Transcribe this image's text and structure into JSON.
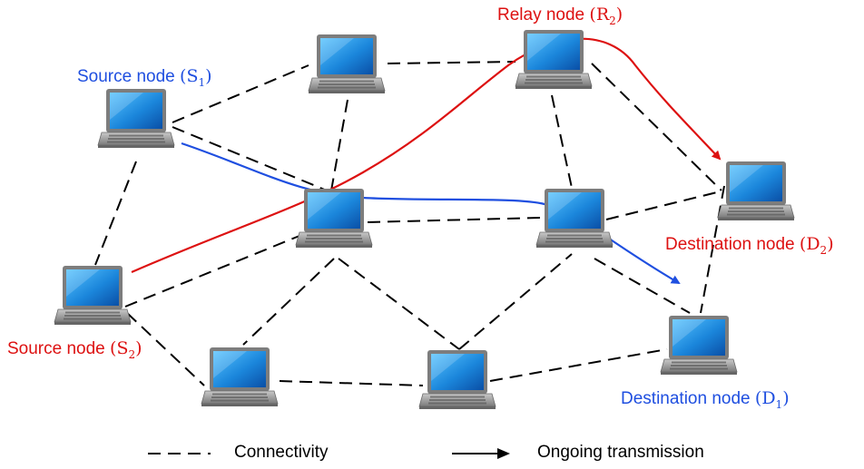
{
  "colors": {
    "source_1": "#1f4fe0",
    "source_2": "#dd1111",
    "relay": "#dd1111",
    "destination_1": "#1f4fe0",
    "destination_2": "#dd1111",
    "link": "#000000",
    "screen": "#1f8fe0",
    "body": "#8e8e8e"
  },
  "labels": {
    "source_1": {
      "text": "Source node",
      "sym": "S",
      "sub": "1"
    },
    "source_2": {
      "text": "Source node",
      "sym": "S",
      "sub": "2"
    },
    "relay": {
      "text": "Relay node",
      "sym": "R",
      "sub": "2"
    },
    "destination_1": {
      "text": "Destination node",
      "sym": "D",
      "sub": "1"
    },
    "destination_2": {
      "text": "Destination node",
      "sym": "D",
      "sub": "2"
    }
  },
  "legend": {
    "connectivity": "Connectivity",
    "transmission": "Ongoing transmission"
  },
  "icons": {
    "node": "laptop-icon",
    "connectivity": "dashed-line-icon",
    "transmission": "arrow-icon"
  }
}
